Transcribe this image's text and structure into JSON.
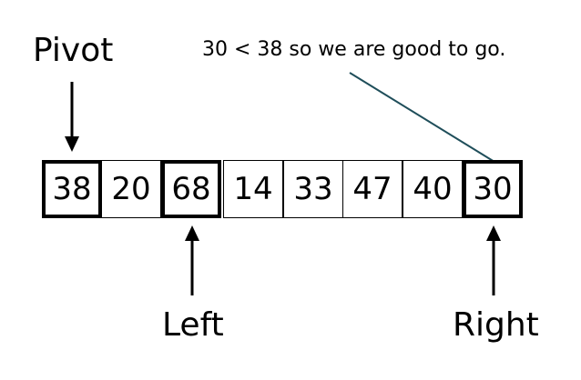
{
  "labels": {
    "pivot": "Pivot",
    "left": "Left",
    "right": "Right",
    "note": "30 < 38 so we are good to go."
  },
  "array": {
    "values": [
      "38",
      "20",
      "68",
      "14",
      "33",
      "47",
      "40",
      "30"
    ],
    "highlighted_indices": [
      0,
      2,
      7
    ]
  },
  "colors": {
    "text": "#000000",
    "callout_line": "#1f4e5a",
    "background": "#ffffff"
  }
}
